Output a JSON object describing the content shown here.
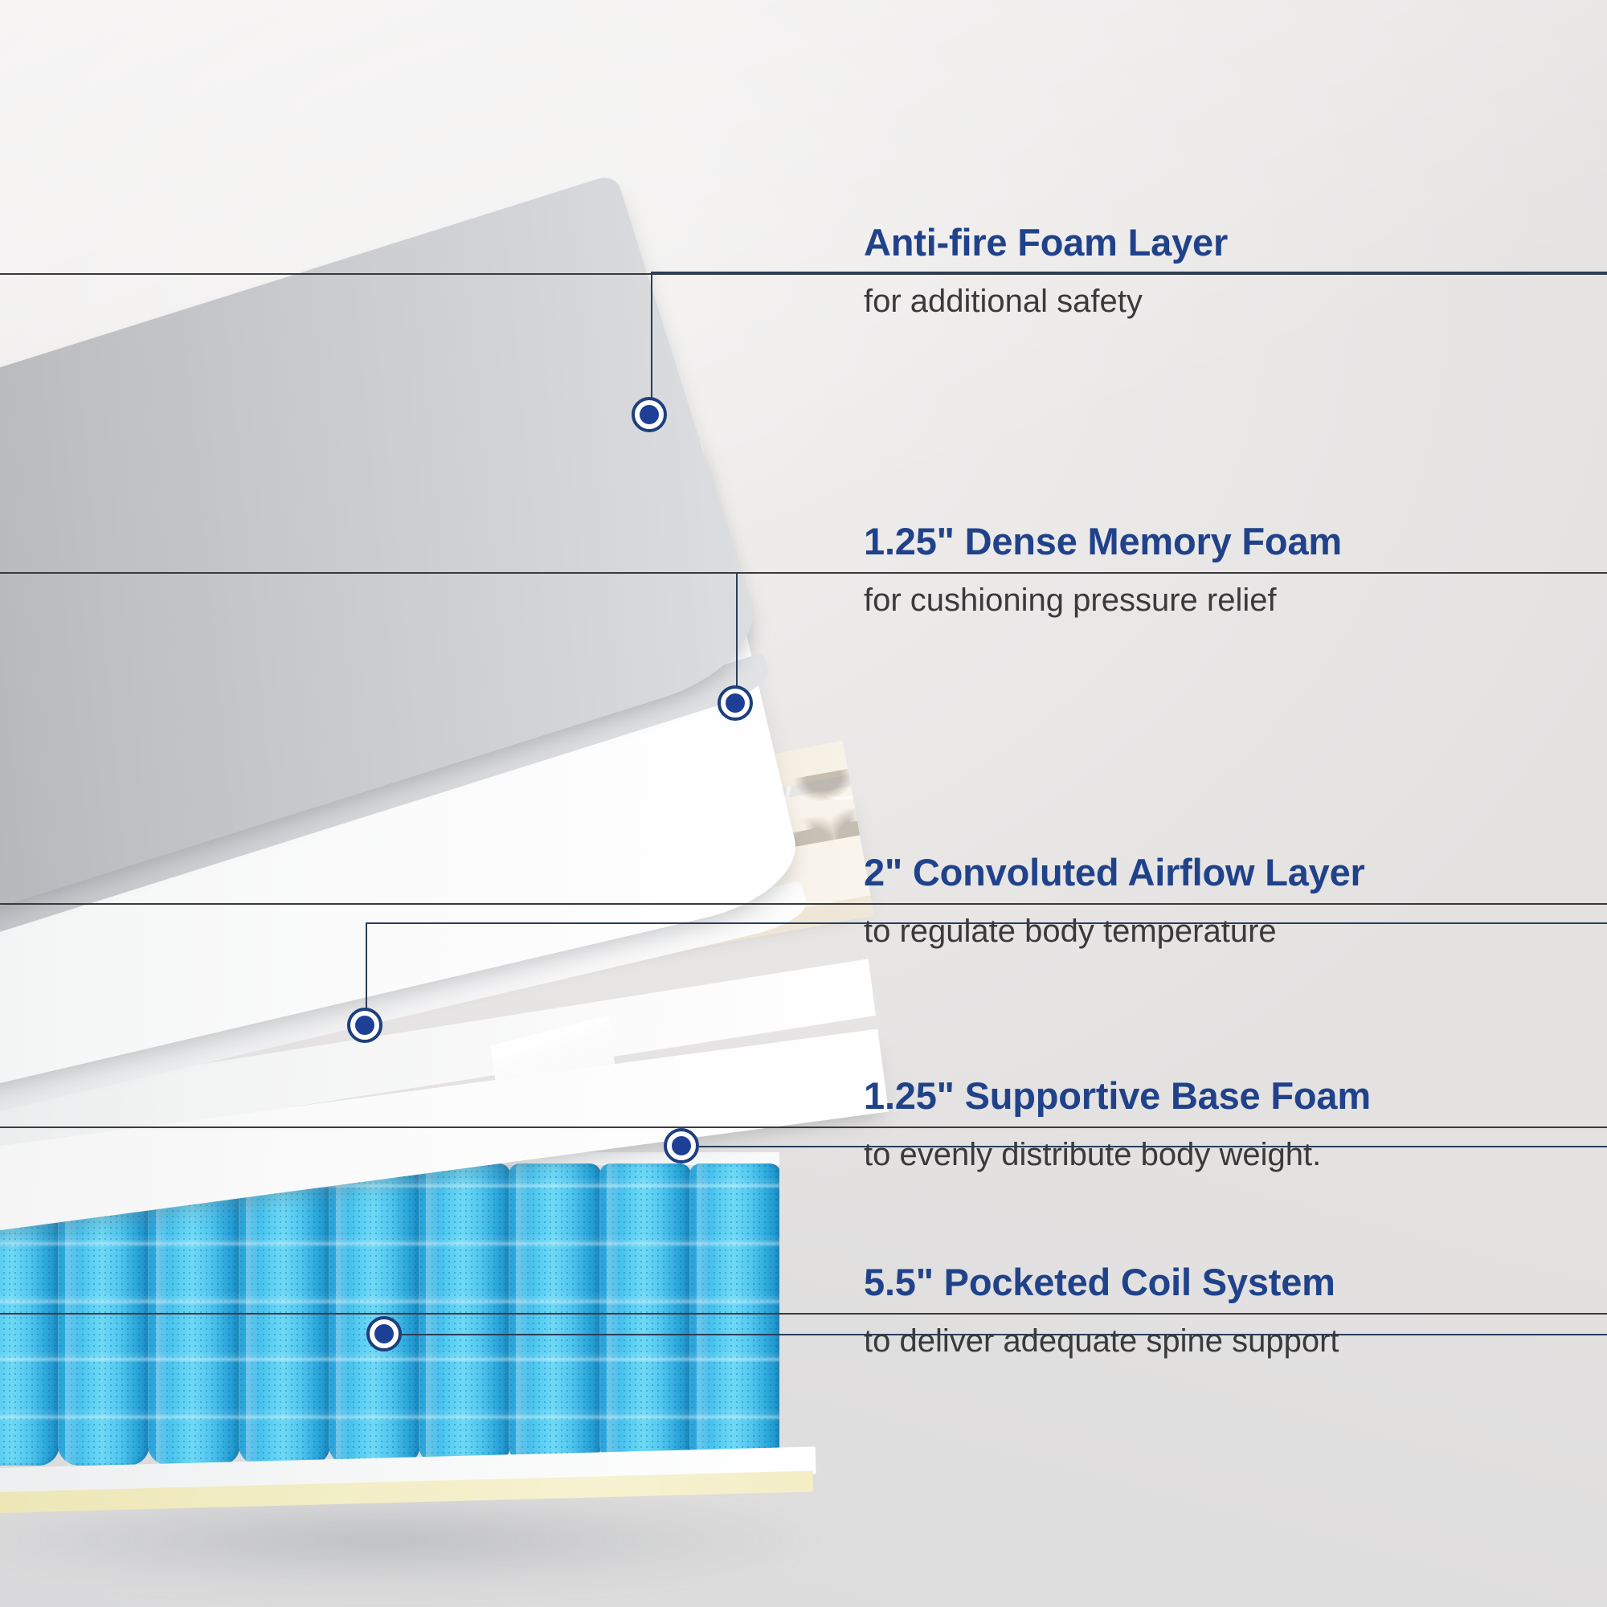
{
  "title": "Mattress Layer Construction Diagram",
  "background_color": "#eceae9",
  "accent_color": "#20428a",
  "rule_color": "#3a3a3c",
  "marker_color": "#1d4096",
  "callouts": [
    {
      "id": "anti-fire",
      "title": "Anti-fire Foam Layer",
      "subtitle": "for additional safety"
    },
    {
      "id": "dense-memory-foam",
      "title": "1.25\" Dense Memory Foam",
      "subtitle": "for cushioning pressure relief"
    },
    {
      "id": "convoluted-airflow",
      "title": "2\" Convoluted Airflow Layer",
      "subtitle": "to regulate body temperature"
    },
    {
      "id": "supportive-base-foam",
      "title": "1.25\" Supportive Base Foam",
      "subtitle": "to evenly distribute body weight."
    },
    {
      "id": "pocketed-coil-system",
      "title": "5.5\" Pocketed Coil System",
      "subtitle": "to deliver adequate spine support"
    }
  ],
  "layers": [
    {
      "id": "anti-fire-foam-layer",
      "color": "#c2c5c8",
      "label": "Anti-fire Foam Layer"
    },
    {
      "id": "dense-memory-foam-layer",
      "color": "#f6f7f7",
      "label": "Dense Memory Foam"
    },
    {
      "id": "convoluted-airflow-layer",
      "color": "#f2ebdc",
      "label": "Convoluted Airflow Layer"
    },
    {
      "id": "supportive-base-foam-layer",
      "color": "#fafafa",
      "label": "Supportive Base Foam"
    },
    {
      "id": "pocketed-coil-system-layer",
      "color": "#4fc6ee",
      "label": "Pocketed Coil System"
    },
    {
      "id": "base-plinth-layer",
      "color": "#f3eec6",
      "label": "Base"
    }
  ],
  "coil_count": 9
}
